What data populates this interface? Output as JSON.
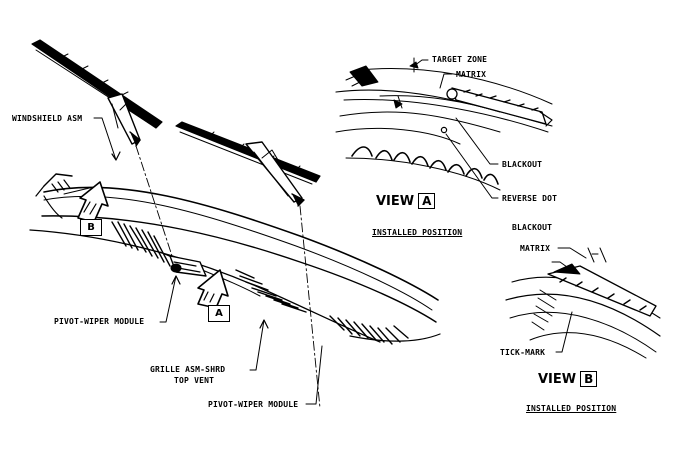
{
  "labels": {
    "windshield": "WINDSHIELD ASM",
    "pivot_wiper_module_left": "PIVOT-WIPER MODULE",
    "grille_line1": "GRILLE ASM-SHRD",
    "grille_line2": "TOP VENT",
    "pivot_wiper_module_bottom": "PIVOT-WIPER MODULE",
    "target_zone": "TARGET ZONE",
    "matrix_a": "MATRIX",
    "blackout_a": "BLACKOUT",
    "reverse_dot": "REVERSE DOT",
    "blackout_b": "BLACKOUT",
    "matrix_b": "MATRIX",
    "tick_mark": "TICK-MARK"
  },
  "view_a": {
    "title": "VIEW",
    "letter": "A",
    "caption": "INSTALLED POSITION"
  },
  "view_b": {
    "title": "VIEW",
    "letter": "B",
    "caption": "INSTALLED POSITION"
  },
  "callouts": {
    "a": "A",
    "b": "B"
  }
}
